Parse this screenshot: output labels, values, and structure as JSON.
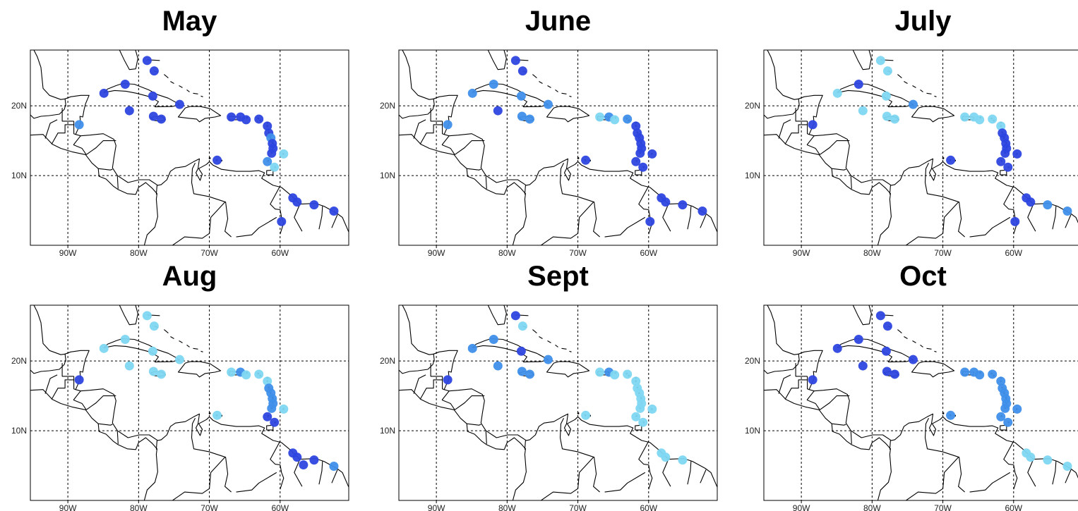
{
  "figure": {
    "lon_ticks": [
      "90W",
      "80W",
      "70W",
      "60W"
    ],
    "lat_ticks": [
      "20N",
      "10N"
    ],
    "colors": {
      "dark": "#2d46e0",
      "medium": "#3f8fea",
      "light": "#7fd7f2"
    }
  },
  "panels": [
    {
      "title": "May",
      "stations": [
        {
          "lon": -88.4,
          "lat": 17.3,
          "level": "medium"
        },
        {
          "lon": -84.9,
          "lat": 21.8,
          "level": "dark"
        },
        {
          "lon": -81.9,
          "lat": 23.1,
          "level": "dark"
        },
        {
          "lon": -81.3,
          "lat": 19.3,
          "level": "dark"
        },
        {
          "lon": -78.8,
          "lat": 26.5,
          "level": "dark"
        },
        {
          "lon": -77.8,
          "lat": 25.0,
          "level": "dark"
        },
        {
          "lon": -78.0,
          "lat": 21.4,
          "level": "dark"
        },
        {
          "lon": -77.9,
          "lat": 18.5,
          "level": "dark"
        },
        {
          "lon": -76.8,
          "lat": 18.1,
          "level": "dark"
        },
        {
          "lon": -74.2,
          "lat": 20.2,
          "level": "dark"
        },
        {
          "lon": -66.9,
          "lat": 18.4,
          "level": "dark"
        },
        {
          "lon": -65.6,
          "lat": 18.4,
          "level": "dark"
        },
        {
          "lon": -64.8,
          "lat": 18.0,
          "level": "dark"
        },
        {
          "lon": -63.0,
          "lat": 18.1,
          "level": "dark"
        },
        {
          "lon": -61.8,
          "lat": 17.1,
          "level": "dark"
        },
        {
          "lon": -61.6,
          "lat": 16.1,
          "level": "dark"
        },
        {
          "lon": -61.3,
          "lat": 15.4,
          "level": "medium"
        },
        {
          "lon": -61.1,
          "lat": 14.6,
          "level": "dark"
        },
        {
          "lon": -61.0,
          "lat": 13.9,
          "level": "dark"
        },
        {
          "lon": -61.2,
          "lat": 13.2,
          "level": "dark"
        },
        {
          "lon": -59.5,
          "lat": 13.1,
          "level": "light"
        },
        {
          "lon": -61.8,
          "lat": 12.0,
          "level": "medium"
        },
        {
          "lon": -60.8,
          "lat": 11.2,
          "level": "light"
        },
        {
          "lon": -68.9,
          "lat": 12.2,
          "level": "dark"
        },
        {
          "lon": -58.2,
          "lat": 6.8,
          "level": "dark"
        },
        {
          "lon": -57.6,
          "lat": 6.2,
          "level": "dark"
        },
        {
          "lon": -55.2,
          "lat": 5.8,
          "level": "dark"
        },
        {
          "lon": -52.4,
          "lat": 4.9,
          "level": "dark"
        },
        {
          "lon": -59.8,
          "lat": 3.4,
          "level": "dark"
        }
      ]
    },
    {
      "title": "June",
      "stations": [
        {
          "lon": -88.4,
          "lat": 17.3,
          "level": "medium"
        },
        {
          "lon": -84.9,
          "lat": 21.8,
          "level": "medium"
        },
        {
          "lon": -81.9,
          "lat": 23.1,
          "level": "medium"
        },
        {
          "lon": -81.3,
          "lat": 19.3,
          "level": "dark"
        },
        {
          "lon": -78.8,
          "lat": 26.5,
          "level": "dark"
        },
        {
          "lon": -77.8,
          "lat": 25.0,
          "level": "dark"
        },
        {
          "lon": -78.0,
          "lat": 21.4,
          "level": "medium"
        },
        {
          "lon": -77.9,
          "lat": 18.5,
          "level": "medium"
        },
        {
          "lon": -76.8,
          "lat": 18.1,
          "level": "medium"
        },
        {
          "lon": -74.2,
          "lat": 20.2,
          "level": "medium"
        },
        {
          "lon": -66.9,
          "lat": 18.4,
          "level": "light"
        },
        {
          "lon": -65.6,
          "lat": 18.4,
          "level": "medium"
        },
        {
          "lon": -64.8,
          "lat": 18.0,
          "level": "light"
        },
        {
          "lon": -63.0,
          "lat": 18.1,
          "level": "medium"
        },
        {
          "lon": -61.8,
          "lat": 17.1,
          "level": "dark"
        },
        {
          "lon": -61.6,
          "lat": 16.1,
          "level": "dark"
        },
        {
          "lon": -61.3,
          "lat": 15.4,
          "level": "dark"
        },
        {
          "lon": -61.1,
          "lat": 14.6,
          "level": "dark"
        },
        {
          "lon": -61.0,
          "lat": 13.9,
          "level": "dark"
        },
        {
          "lon": -61.2,
          "lat": 13.2,
          "level": "dark"
        },
        {
          "lon": -59.5,
          "lat": 13.1,
          "level": "dark"
        },
        {
          "lon": -61.8,
          "lat": 12.0,
          "level": "dark"
        },
        {
          "lon": -60.8,
          "lat": 11.2,
          "level": "dark"
        },
        {
          "lon": -68.9,
          "lat": 12.2,
          "level": "dark"
        },
        {
          "lon": -58.2,
          "lat": 6.8,
          "level": "dark"
        },
        {
          "lon": -57.6,
          "lat": 6.2,
          "level": "dark"
        },
        {
          "lon": -55.2,
          "lat": 5.8,
          "level": "dark"
        },
        {
          "lon": -52.4,
          "lat": 4.9,
          "level": "dark"
        },
        {
          "lon": -59.8,
          "lat": 3.4,
          "level": "dark"
        }
      ]
    },
    {
      "title": "July",
      "stations": [
        {
          "lon": -88.4,
          "lat": 17.3,
          "level": "dark"
        },
        {
          "lon": -84.9,
          "lat": 21.8,
          "level": "light"
        },
        {
          "lon": -81.9,
          "lat": 23.1,
          "level": "dark"
        },
        {
          "lon": -81.3,
          "lat": 19.3,
          "level": "light"
        },
        {
          "lon": -78.8,
          "lat": 26.5,
          "level": "light"
        },
        {
          "lon": -77.8,
          "lat": 25.0,
          "level": "light"
        },
        {
          "lon": -78.0,
          "lat": 21.4,
          "level": "light"
        },
        {
          "lon": -77.9,
          "lat": 18.5,
          "level": "light"
        },
        {
          "lon": -76.8,
          "lat": 18.1,
          "level": "light"
        },
        {
          "lon": -74.2,
          "lat": 20.2,
          "level": "medium"
        },
        {
          "lon": -66.9,
          "lat": 18.4,
          "level": "light"
        },
        {
          "lon": -65.6,
          "lat": 18.4,
          "level": "light"
        },
        {
          "lon": -64.8,
          "lat": 18.0,
          "level": "light"
        },
        {
          "lon": -63.0,
          "lat": 18.1,
          "level": "light"
        },
        {
          "lon": -61.8,
          "lat": 17.1,
          "level": "light"
        },
        {
          "lon": -61.6,
          "lat": 16.1,
          "level": "dark"
        },
        {
          "lon": -61.3,
          "lat": 15.4,
          "level": "dark"
        },
        {
          "lon": -61.1,
          "lat": 14.6,
          "level": "dark"
        },
        {
          "lon": -61.0,
          "lat": 13.9,
          "level": "dark"
        },
        {
          "lon": -61.2,
          "lat": 13.2,
          "level": "dark"
        },
        {
          "lon": -59.5,
          "lat": 13.1,
          "level": "dark"
        },
        {
          "lon": -61.8,
          "lat": 12.0,
          "level": "dark"
        },
        {
          "lon": -60.8,
          "lat": 11.2,
          "level": "dark"
        },
        {
          "lon": -68.9,
          "lat": 12.2,
          "level": "dark"
        },
        {
          "lon": -58.2,
          "lat": 6.8,
          "level": "dark"
        },
        {
          "lon": -57.6,
          "lat": 6.2,
          "level": "dark"
        },
        {
          "lon": -55.2,
          "lat": 5.8,
          "level": "medium"
        },
        {
          "lon": -52.4,
          "lat": 4.9,
          "level": "medium"
        },
        {
          "lon": -59.8,
          "lat": 3.4,
          "level": "dark"
        }
      ]
    },
    {
      "title": "Aug",
      "stations": [
        {
          "lon": -88.4,
          "lat": 17.3,
          "level": "dark"
        },
        {
          "lon": -84.9,
          "lat": 21.8,
          "level": "light"
        },
        {
          "lon": -81.9,
          "lat": 23.1,
          "level": "light"
        },
        {
          "lon": -81.3,
          "lat": 19.3,
          "level": "light"
        },
        {
          "lon": -78.8,
          "lat": 26.5,
          "level": "light"
        },
        {
          "lon": -77.8,
          "lat": 25.0,
          "level": "light"
        },
        {
          "lon": -78.0,
          "lat": 21.4,
          "level": "light"
        },
        {
          "lon": -77.9,
          "lat": 18.5,
          "level": "light"
        },
        {
          "lon": -76.8,
          "lat": 18.1,
          "level": "light"
        },
        {
          "lon": -74.2,
          "lat": 20.2,
          "level": "light"
        },
        {
          "lon": -66.9,
          "lat": 18.4,
          "level": "light"
        },
        {
          "lon": -65.6,
          "lat": 18.4,
          "level": "medium"
        },
        {
          "lon": -64.8,
          "lat": 18.0,
          "level": "light"
        },
        {
          "lon": -63.0,
          "lat": 18.1,
          "level": "light"
        },
        {
          "lon": -61.8,
          "lat": 17.1,
          "level": "light"
        },
        {
          "lon": -61.6,
          "lat": 16.1,
          "level": "medium"
        },
        {
          "lon": -61.3,
          "lat": 15.4,
          "level": "medium"
        },
        {
          "lon": -61.1,
          "lat": 14.6,
          "level": "medium"
        },
        {
          "lon": -61.0,
          "lat": 13.9,
          "level": "medium"
        },
        {
          "lon": -61.2,
          "lat": 13.2,
          "level": "medium"
        },
        {
          "lon": -59.5,
          "lat": 13.1,
          "level": "light"
        },
        {
          "lon": -61.8,
          "lat": 12.0,
          "level": "dark"
        },
        {
          "lon": -60.8,
          "lat": 11.2,
          "level": "dark"
        },
        {
          "lon": -68.9,
          "lat": 12.2,
          "level": "light"
        },
        {
          "lon": -58.2,
          "lat": 6.8,
          "level": "dark"
        },
        {
          "lon": -57.6,
          "lat": 6.2,
          "level": "dark"
        },
        {
          "lon": -55.2,
          "lat": 5.8,
          "level": "dark"
        },
        {
          "lon": -52.4,
          "lat": 4.9,
          "level": "medium"
        },
        {
          "lon": -56.7,
          "lat": 5.1,
          "level": "dark"
        }
      ]
    },
    {
      "title": "Sept",
      "stations": [
        {
          "lon": -88.4,
          "lat": 17.3,
          "level": "dark"
        },
        {
          "lon": -84.9,
          "lat": 21.8,
          "level": "medium"
        },
        {
          "lon": -81.9,
          "lat": 23.1,
          "level": "medium"
        },
        {
          "lon": -81.3,
          "lat": 19.3,
          "level": "medium"
        },
        {
          "lon": -78.8,
          "lat": 26.5,
          "level": "dark"
        },
        {
          "lon": -77.8,
          "lat": 25.0,
          "level": "light"
        },
        {
          "lon": -78.0,
          "lat": 21.4,
          "level": "dark"
        },
        {
          "lon": -77.9,
          "lat": 18.5,
          "level": "medium"
        },
        {
          "lon": -76.8,
          "lat": 18.1,
          "level": "medium"
        },
        {
          "lon": -74.2,
          "lat": 20.2,
          "level": "medium"
        },
        {
          "lon": -66.9,
          "lat": 18.4,
          "level": "light"
        },
        {
          "lon": -65.6,
          "lat": 18.4,
          "level": "medium"
        },
        {
          "lon": -64.8,
          "lat": 18.0,
          "level": "light"
        },
        {
          "lon": -63.0,
          "lat": 18.1,
          "level": "light"
        },
        {
          "lon": -61.8,
          "lat": 17.1,
          "level": "light"
        },
        {
          "lon": -61.6,
          "lat": 16.1,
          "level": "light"
        },
        {
          "lon": -61.3,
          "lat": 15.4,
          "level": "light"
        },
        {
          "lon": -61.1,
          "lat": 14.6,
          "level": "light"
        },
        {
          "lon": -61.0,
          "lat": 13.9,
          "level": "light"
        },
        {
          "lon": -61.2,
          "lat": 13.2,
          "level": "light"
        },
        {
          "lon": -59.5,
          "lat": 13.1,
          "level": "light"
        },
        {
          "lon": -61.8,
          "lat": 12.0,
          "level": "light"
        },
        {
          "lon": -60.8,
          "lat": 11.2,
          "level": "light"
        },
        {
          "lon": -68.9,
          "lat": 12.2,
          "level": "light"
        },
        {
          "lon": -58.2,
          "lat": 6.8,
          "level": "light"
        },
        {
          "lon": -57.6,
          "lat": 6.2,
          "level": "light"
        },
        {
          "lon": -55.2,
          "lat": 5.8,
          "level": "light"
        }
      ]
    },
    {
      "title": "Oct",
      "stations": [
        {
          "lon": -88.4,
          "lat": 17.3,
          "level": "dark"
        },
        {
          "lon": -84.9,
          "lat": 21.8,
          "level": "dark"
        },
        {
          "lon": -81.9,
          "lat": 23.1,
          "level": "dark"
        },
        {
          "lon": -81.3,
          "lat": 19.3,
          "level": "dark"
        },
        {
          "lon": -78.8,
          "lat": 26.5,
          "level": "dark"
        },
        {
          "lon": -77.8,
          "lat": 25.0,
          "level": "dark"
        },
        {
          "lon": -78.0,
          "lat": 21.4,
          "level": "dark"
        },
        {
          "lon": -77.9,
          "lat": 18.5,
          "level": "dark"
        },
        {
          "lon": -76.8,
          "lat": 18.1,
          "level": "dark"
        },
        {
          "lon": -74.2,
          "lat": 20.2,
          "level": "dark"
        },
        {
          "lon": -66.9,
          "lat": 18.4,
          "level": "medium"
        },
        {
          "lon": -65.6,
          "lat": 18.4,
          "level": "medium"
        },
        {
          "lon": -64.8,
          "lat": 18.0,
          "level": "medium"
        },
        {
          "lon": -63.0,
          "lat": 18.1,
          "level": "medium"
        },
        {
          "lon": -61.8,
          "lat": 17.1,
          "level": "medium"
        },
        {
          "lon": -61.6,
          "lat": 16.1,
          "level": "medium"
        },
        {
          "lon": -61.3,
          "lat": 15.4,
          "level": "medium"
        },
        {
          "lon": -61.1,
          "lat": 14.6,
          "level": "medium"
        },
        {
          "lon": -61.0,
          "lat": 13.9,
          "level": "medium"
        },
        {
          "lon": -61.2,
          "lat": 13.2,
          "level": "medium"
        },
        {
          "lon": -59.5,
          "lat": 13.1,
          "level": "medium"
        },
        {
          "lon": -61.8,
          "lat": 12.0,
          "level": "medium"
        },
        {
          "lon": -60.8,
          "lat": 11.2,
          "level": "medium"
        },
        {
          "lon": -68.9,
          "lat": 12.2,
          "level": "medium"
        },
        {
          "lon": -58.2,
          "lat": 6.8,
          "level": "light"
        },
        {
          "lon": -57.6,
          "lat": 6.2,
          "level": "light"
        },
        {
          "lon": -55.2,
          "lat": 5.8,
          "level": "light"
        },
        {
          "lon": -52.4,
          "lat": 4.9,
          "level": "light"
        }
      ]
    }
  ]
}
